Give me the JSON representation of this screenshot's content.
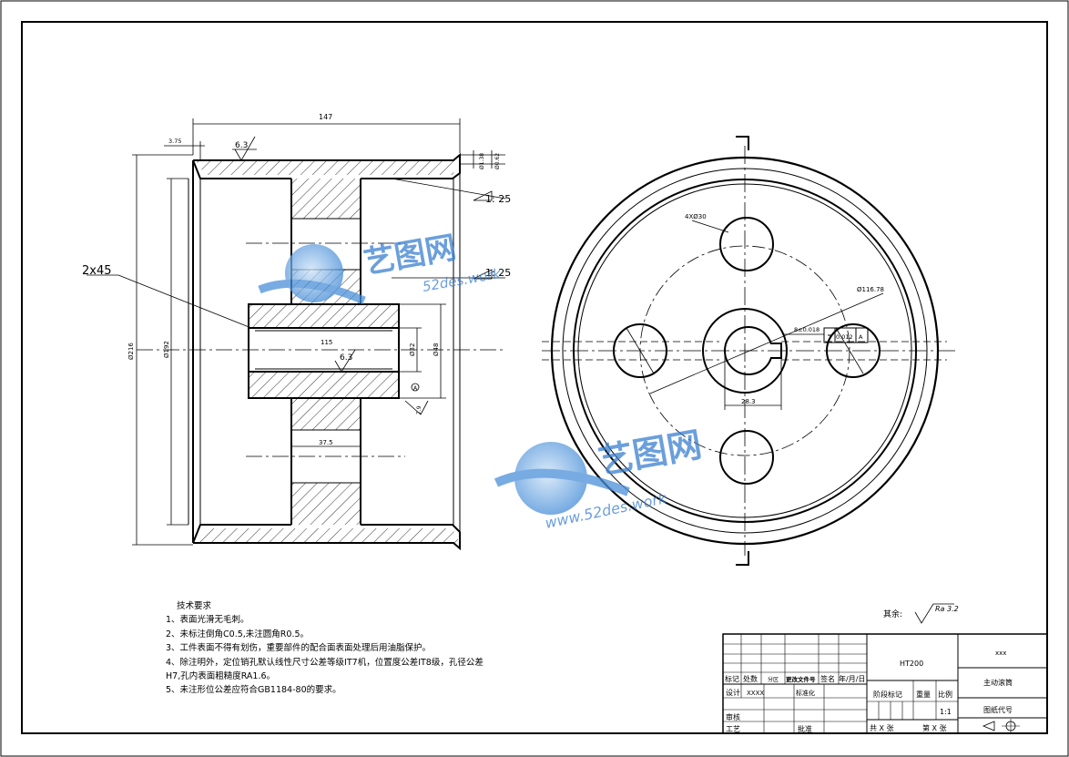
{
  "drawing": {
    "side_view_dims": {
      "overall_length": "147",
      "flange_width": "3.75",
      "roughness_top": "6.3",
      "chamfer": "2x45",
      "outer_diameter": "Ø216",
      "inner_diameter": "Ø192",
      "hub_length": "115",
      "bore_diameter": "Ø32",
      "hub_diameter": "Ø48",
      "roughness_hub": "6.3",
      "web_width": "37.5",
      "taper_1": "1: 25",
      "taper_2": "1: 25",
      "edge_dim_a": "Ø1.38",
      "edge_dim_b": "Ø0.62",
      "small_dim": "7.9",
      "datum": "A"
    },
    "front_view_dims": {
      "holes": "4XØ30",
      "pitch_circle": "Ø116.78",
      "keyway_width": "8±0.018",
      "keyway_depth": "28.3",
      "tolerance_value": "0.012",
      "tolerance_datum": "A"
    },
    "surface_note_prefix": "其余:",
    "surface_note_value": "Ra 3.2"
  },
  "notes": {
    "title": "技术要求",
    "items": [
      "1、表面光滑无毛刺。",
      "2、未标注倒角C0.5,未注圆角R0.5。",
      "3、工件表面不得有划伤，重要部件的配合面表面处理后用油脂保护。",
      "4、除注明外，定位销孔默认线性尺寸公差等级IT7机，位置度公差IT8级，孔径公差",
      "H7,孔内表面粗糙度RA1.6。",
      "5、未注形位公差应符合GB1184-80的要求。"
    ]
  },
  "title_block": {
    "material": "HT200",
    "company": "xxx",
    "part_name": "主动滚筒",
    "drawing_number_label": "图纸代号",
    "scale": "1:1",
    "scale_label": "比例",
    "weight_label": "重量",
    "stage_label": "阶段标记",
    "row_labels": [
      "标记",
      "处数",
      "分区",
      "更改文件号",
      "签名",
      "年/月/日"
    ],
    "design_label": "设计",
    "designer": "XXXX",
    "standardize_label": "标准化",
    "review_label": "审核",
    "process_label": "工艺",
    "approve_label": "批准",
    "sheet_total": "共 X 张",
    "sheet_no": "第 X 张"
  },
  "watermark": {
    "brand": "艺图网",
    "url_top": "52des.work",
    "url_bottom": "www.52des.work"
  }
}
